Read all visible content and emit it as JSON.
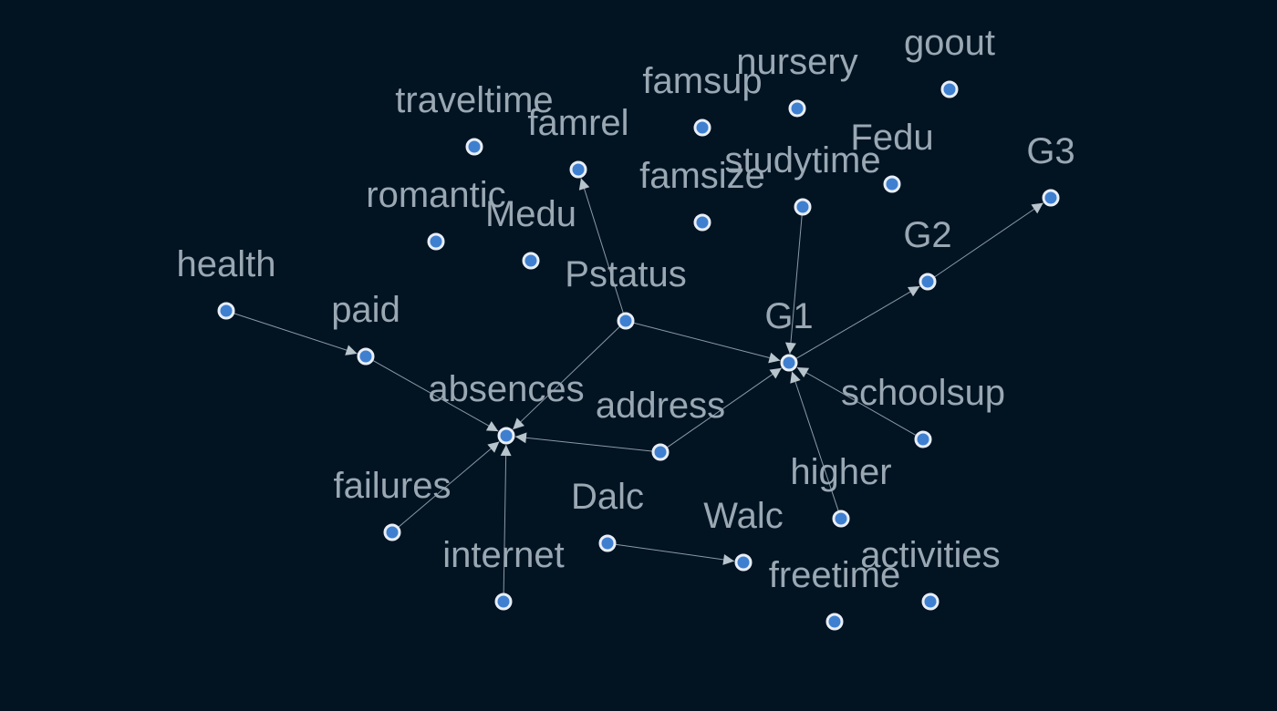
{
  "colors": {
    "background": "#021322",
    "node_fill": "#3f7fd0",
    "node_stroke": "#e8eef5",
    "edge": "#8a9aa6",
    "label": "#9aa8b3"
  },
  "nodes": [
    {
      "id": "goout",
      "label": "goout"
    },
    {
      "id": "nursery",
      "label": "nursery"
    },
    {
      "id": "famsup",
      "label": "famsup"
    },
    {
      "id": "traveltime",
      "label": "traveltime"
    },
    {
      "id": "famrel",
      "label": "famrel"
    },
    {
      "id": "studytime",
      "label": "studytime"
    },
    {
      "id": "Fedu",
      "label": "Fedu"
    },
    {
      "id": "G3",
      "label": "G3"
    },
    {
      "id": "famsize",
      "label": "famsize"
    },
    {
      "id": "romantic",
      "label": "romantic"
    },
    {
      "id": "Medu",
      "label": "Medu"
    },
    {
      "id": "G2",
      "label": "G2"
    },
    {
      "id": "health",
      "label": "health"
    },
    {
      "id": "Pstatus",
      "label": "Pstatus"
    },
    {
      "id": "paid",
      "label": "paid"
    },
    {
      "id": "G1",
      "label": "G1"
    },
    {
      "id": "absences",
      "label": "absences"
    },
    {
      "id": "address",
      "label": "address"
    },
    {
      "id": "schoolsup",
      "label": "schoolsup"
    },
    {
      "id": "failures",
      "label": "failures"
    },
    {
      "id": "higher",
      "label": "higher"
    },
    {
      "id": "Dalc",
      "label": "Dalc"
    },
    {
      "id": "Walc",
      "label": "Walc"
    },
    {
      "id": "internet",
      "label": "internet"
    },
    {
      "id": "activities",
      "label": "activities"
    },
    {
      "id": "freetime",
      "label": "freetime"
    }
  ],
  "edges": [
    {
      "from": "health",
      "to": "paid"
    },
    {
      "from": "paid",
      "to": "absences"
    },
    {
      "from": "Pstatus",
      "to": "absences"
    },
    {
      "from": "Pstatus",
      "to": "famrel"
    },
    {
      "from": "Pstatus",
      "to": "G1"
    },
    {
      "from": "address",
      "to": "absences"
    },
    {
      "from": "address",
      "to": "G1"
    },
    {
      "from": "failures",
      "to": "absences"
    },
    {
      "from": "internet",
      "to": "absences"
    },
    {
      "from": "studytime",
      "to": "G1"
    },
    {
      "from": "schoolsup",
      "to": "G1"
    },
    {
      "from": "higher",
      "to": "G1"
    },
    {
      "from": "G1",
      "to": "G2"
    },
    {
      "from": "G2",
      "to": "G3"
    },
    {
      "from": "Dalc",
      "to": "Walc"
    }
  ]
}
